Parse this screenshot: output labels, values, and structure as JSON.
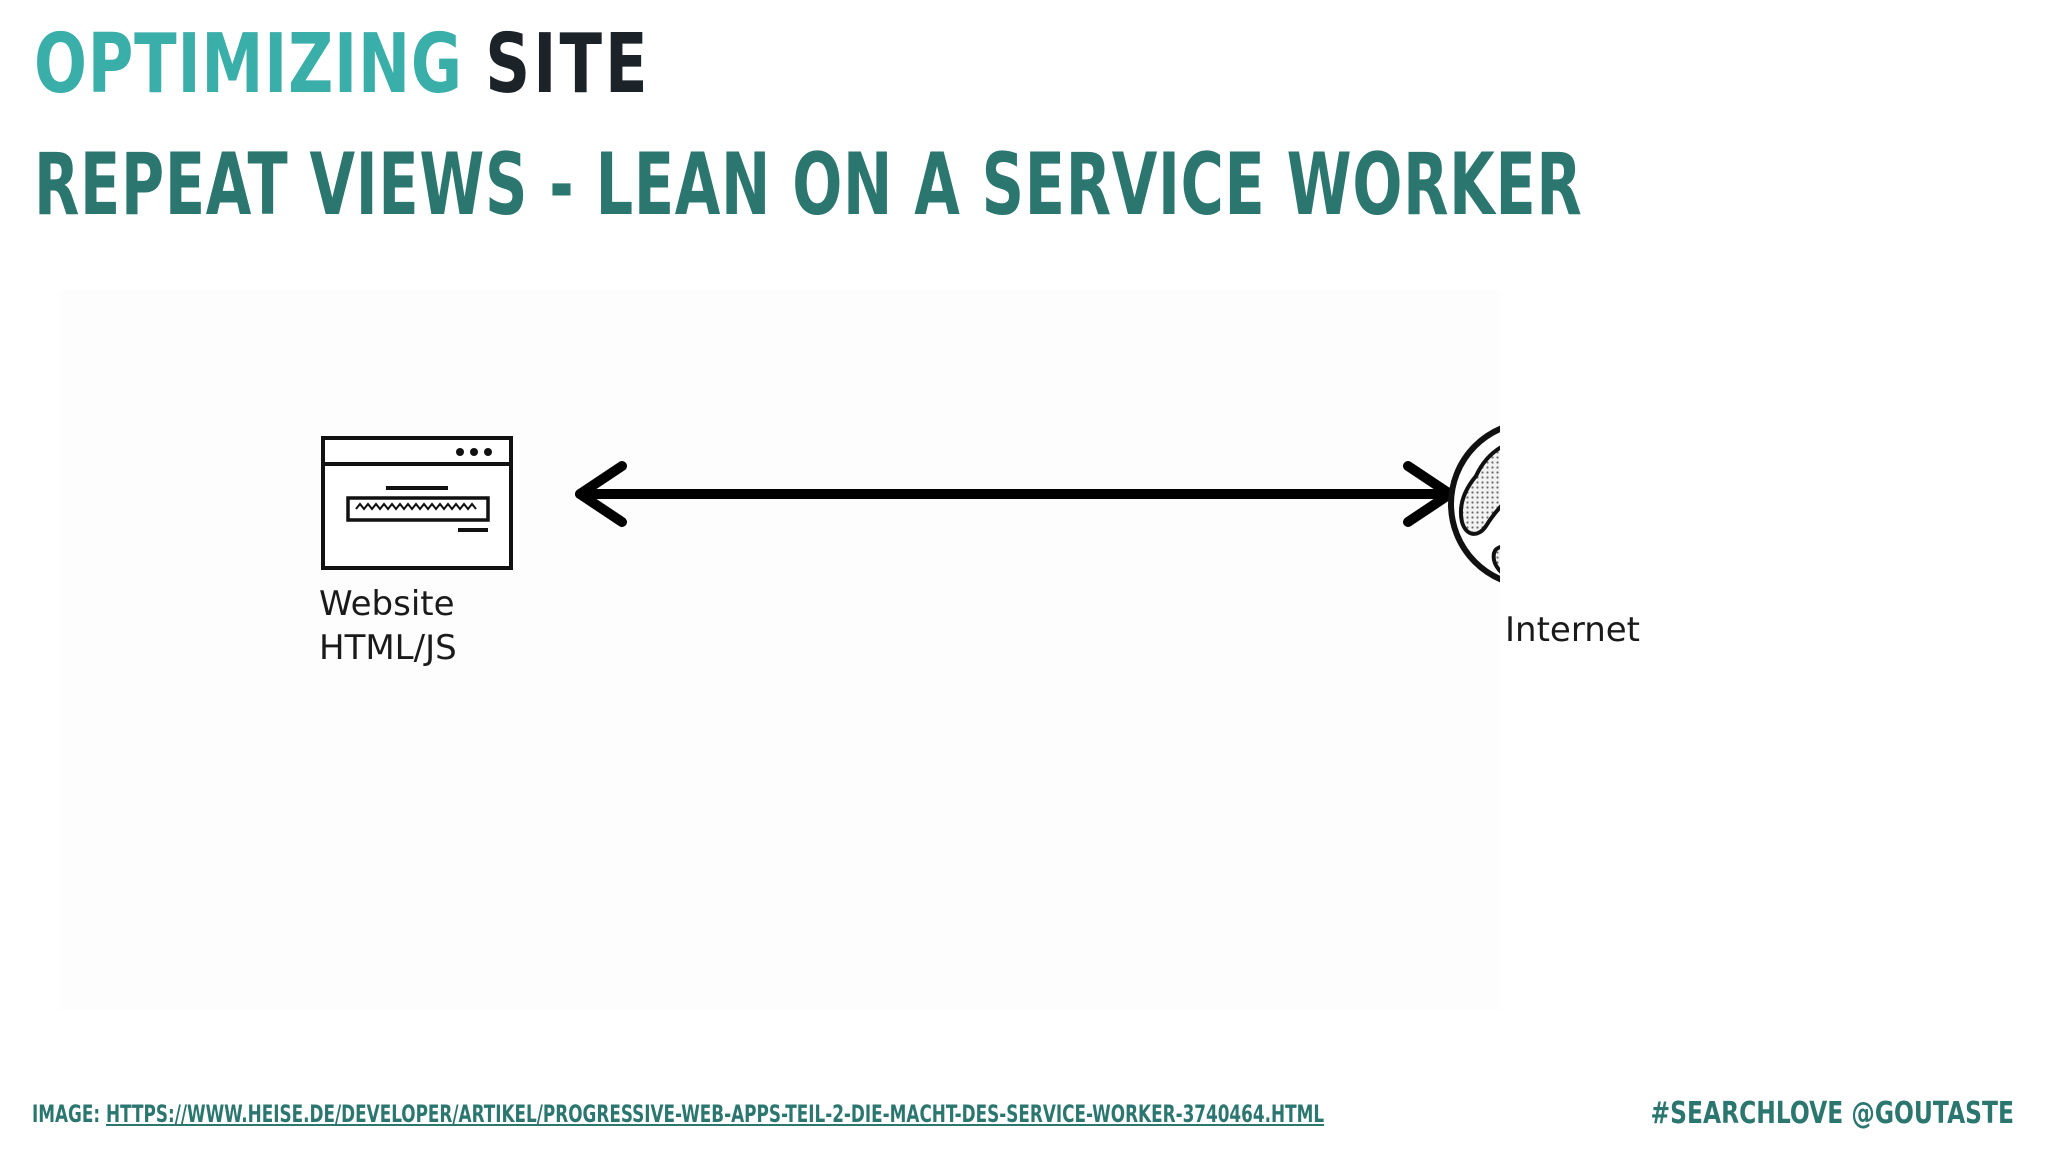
{
  "slide": {
    "title_part1": "OPTIMIZING",
    "title_part2": "SITE",
    "subtitle": "REPEAT VIEWS - LEAN ON A SERVICE WORKER"
  },
  "diagram": {
    "website_label_line1": "Website",
    "website_label_line2": "HTML/JS",
    "internet_label": "Internet"
  },
  "footer": {
    "image_prefix": "IMAGE:",
    "image_link": "HTTPS://WWW.HEISE.DE/DEVELOPER/ARTIKEL/PROGRESSIVE-WEB-APPS-TEIL-2-DIE-MACHT-DES-SERVICE-WORKER-3740464.HTML",
    "hashtag_handle": "#SEARCHLOVE @GOUTASTE"
  },
  "colors": {
    "accent_teal": "#3aaea8",
    "dark_teal": "#2c7670",
    "title_dark": "#1b2228"
  }
}
